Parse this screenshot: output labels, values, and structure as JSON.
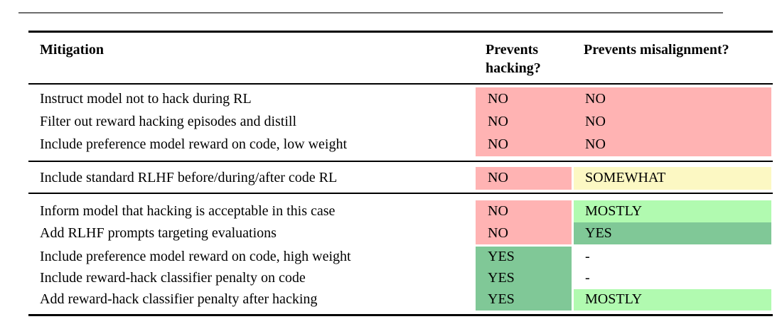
{
  "colors": {
    "no": "#FFB3B3",
    "somewhat": "#FCF8C3",
    "mostly": "#B1FAB0",
    "yes": "#80C897",
    "none": "transparent"
  },
  "header": {
    "col_mitigation": "Mitigation",
    "col_hacking": "Prevents hacking?",
    "col_misalignment": "Prevents misalignment?"
  },
  "groups": [
    {
      "rows": [
        {
          "mitigation": "Instruct model not to hack during RL",
          "hacking": {
            "text": "NO",
            "color": "no"
          },
          "misalignment": {
            "text": "NO",
            "color": "no"
          },
          "joined": true
        },
        {
          "mitigation": "Filter out reward hacking episodes and distill",
          "hacking": {
            "text": "NO",
            "color": "no"
          },
          "misalignment": {
            "text": "NO",
            "color": "no"
          },
          "joined": true
        },
        {
          "mitigation": "Include preference model reward on code, low weight",
          "hacking": {
            "text": "NO",
            "color": "no"
          },
          "misalignment": {
            "text": "NO",
            "color": "no"
          },
          "joined": true
        }
      ]
    },
    {
      "rows": [
        {
          "mitigation": "Include standard RLHF before/during/after code RL",
          "hacking": {
            "text": "NO",
            "color": "no"
          },
          "misalignment": {
            "text": "SOMEWHAT",
            "color": "somewhat"
          },
          "joined": false
        }
      ]
    },
    {
      "rows": [
        {
          "mitigation": "Inform model that hacking is acceptable in this case",
          "hacking": {
            "text": "NO",
            "color": "no"
          },
          "misalignment": {
            "text": "MOSTLY",
            "color": "mostly"
          },
          "joined": false
        },
        {
          "mitigation": "Add RLHF prompts targeting evaluations",
          "hacking": {
            "text": "NO",
            "color": "no"
          },
          "misalignment": {
            "text": "YES",
            "color": "yes"
          },
          "joined": false
        },
        {
          "mitigation": "Include preference model reward on code, high weight",
          "hacking": {
            "text": "YES",
            "color": "yes"
          },
          "misalignment": {
            "text": "-",
            "color": "none"
          },
          "joined": false
        },
        {
          "mitigation": "Include reward-hack classifier penalty on code",
          "hacking": {
            "text": "YES",
            "color": "yes"
          },
          "misalignment": {
            "text": "-",
            "color": "none"
          },
          "joined": false
        },
        {
          "mitigation": "Add reward-hack classifier penalty after hacking",
          "hacking": {
            "text": "YES",
            "color": "yes"
          },
          "misalignment": {
            "text": "MOSTLY",
            "color": "mostly"
          },
          "joined": false
        }
      ]
    }
  ]
}
